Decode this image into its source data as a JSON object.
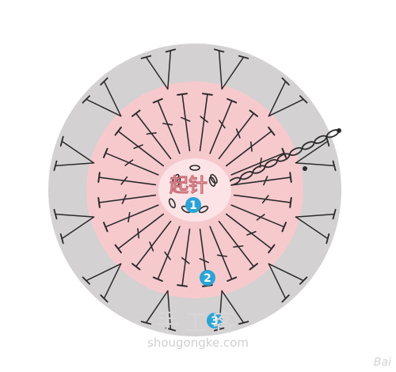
{
  "center_label": "起针",
  "round_labels": [
    "1",
    "2",
    "3"
  ],
  "watermark": {
    "main": "手工客",
    "url": "shougongke.com",
    "corner": "Bai"
  },
  "colors": {
    "outer_ring": "#d3d1d2",
    "inner_ring": "#f6c9cd",
    "center_fill": "#fbe3e6",
    "stitch": "#2b2b2b",
    "badge": "#2aa4d6"
  },
  "pattern": {
    "rounds": 3,
    "round2_double_crochet_count": 24,
    "round3_v_stitch_count": 12
  }
}
